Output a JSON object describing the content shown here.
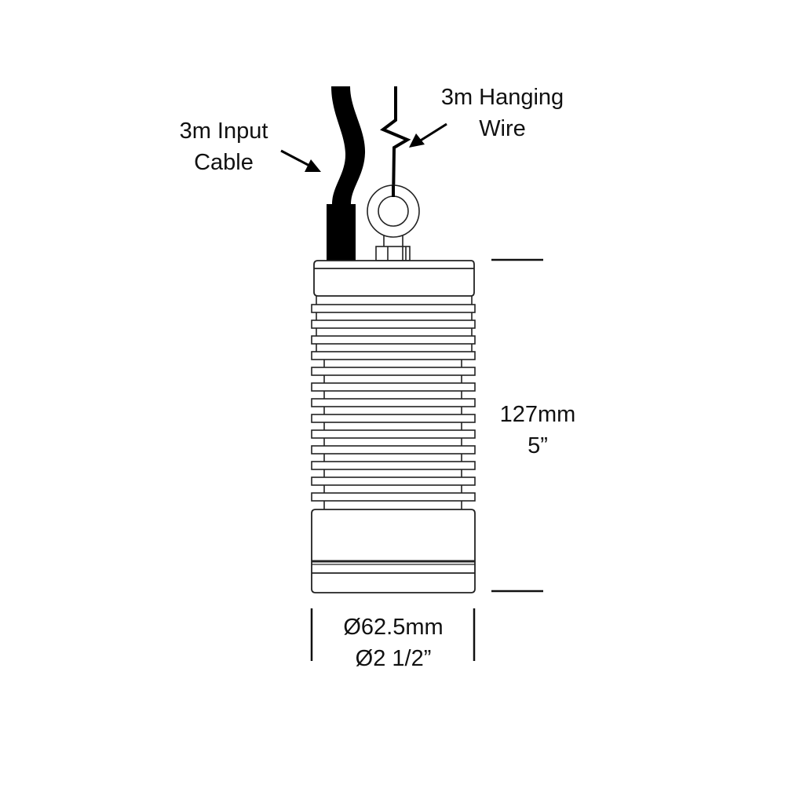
{
  "diagram": {
    "title": "Pendant light fixture dimension drawing",
    "colors": {
      "line": "#1a1a1a",
      "fill": "#ffffff",
      "cable": "#000000",
      "background": "#ffffff"
    },
    "labels": {
      "input_cable": {
        "line1": "3m Input",
        "line2": "Cable"
      },
      "hanging_wire": {
        "line1": "3m Hanging",
        "line2": "Wire"
      },
      "height": {
        "line1": "127mm",
        "line2": "5”"
      },
      "diameter": {
        "line1": "Ø62.5mm",
        "line2": "Ø2 1/2”"
      }
    },
    "components": [
      {
        "name": "input-cable",
        "kind": "black power cable with boot"
      },
      {
        "name": "hanging-wire",
        "kind": "zig-zag suspension wire"
      },
      {
        "name": "eye-bolt",
        "kind": "ring eye-bolt with nut"
      },
      {
        "name": "top-cap",
        "kind": "cylindrical cap"
      },
      {
        "name": "heat-sink-fins",
        "kind": "13 horizontal fins"
      },
      {
        "name": "bottom-collar",
        "kind": "cylindrical collar with groove"
      }
    ],
    "dimensions": {
      "height_mm": 127,
      "height_in": "5",
      "diameter_mm": 62.5,
      "diameter_in": "2 1/2"
    }
  }
}
